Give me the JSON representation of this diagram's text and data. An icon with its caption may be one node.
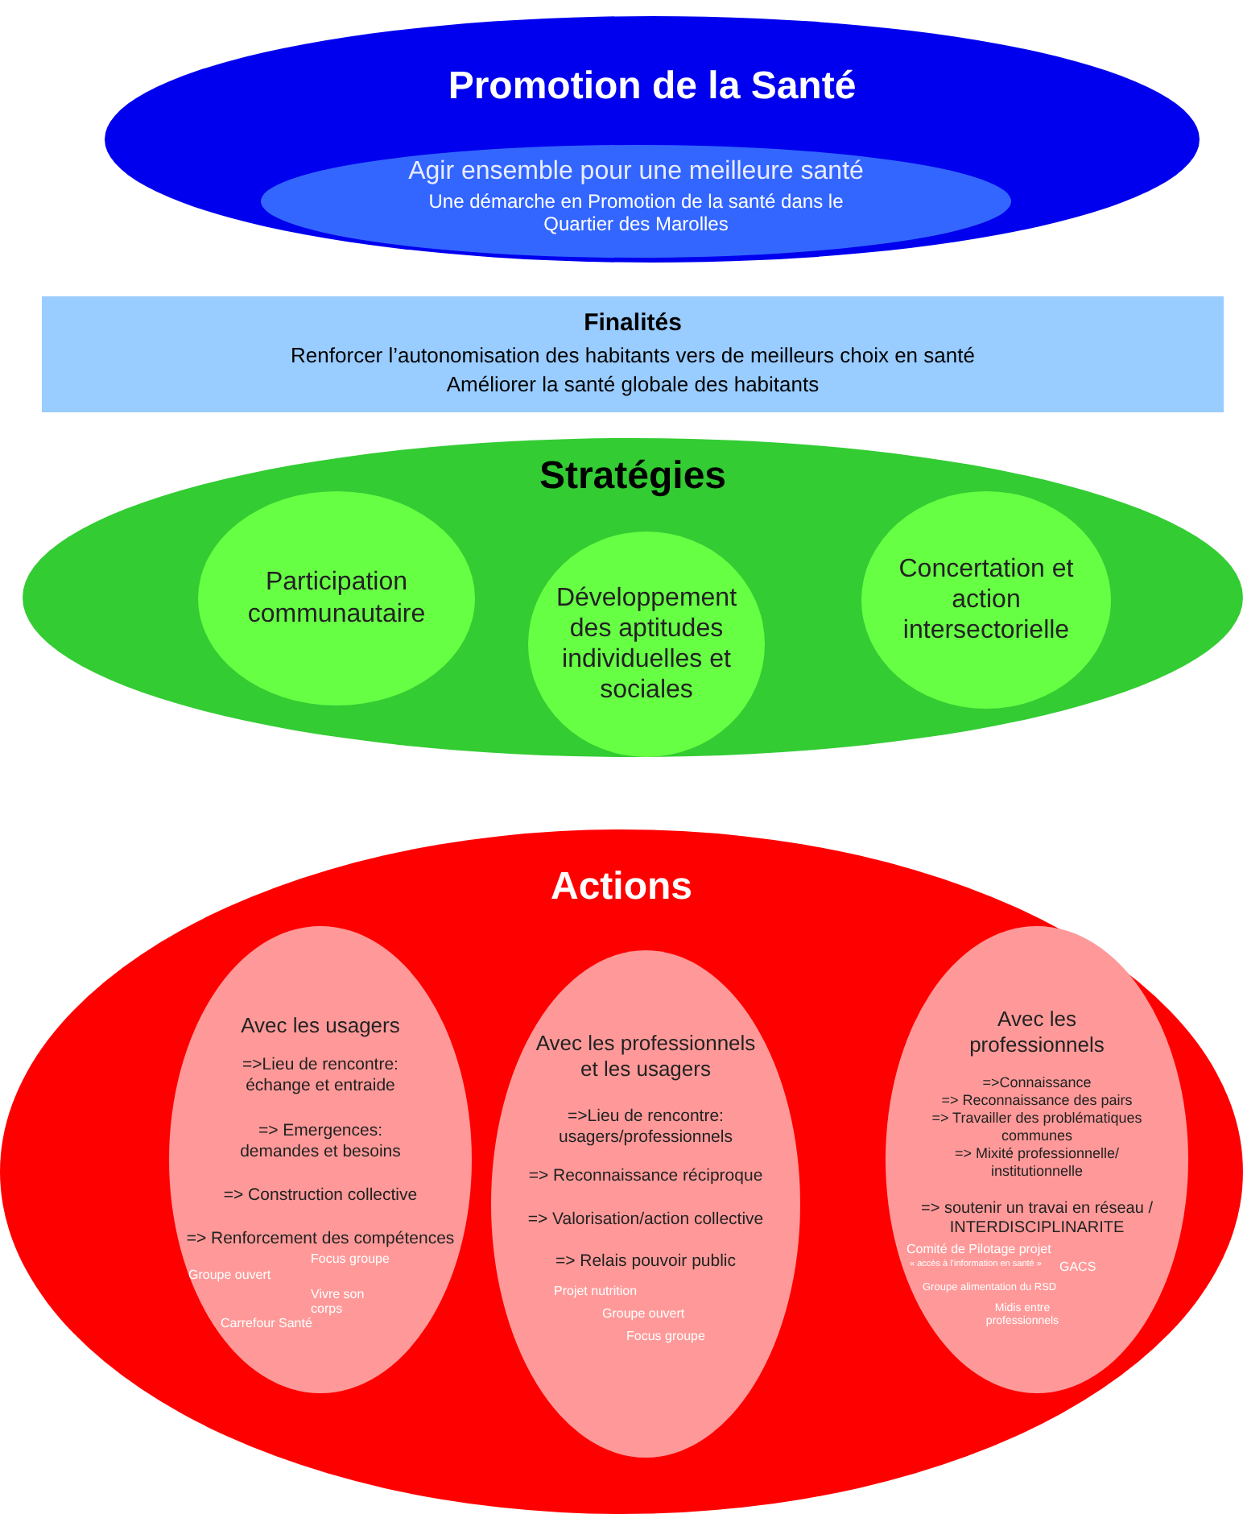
{
  "diagram": {
    "nodes": [
      {
        "text": [
          "Promotion de la Santé"
        ]
      },
      {
        "text": [
          "Agir ensemble pour une meilleure santé",
          "Une démarche en Promotion de la santé dans le Quartier des Marolles"
        ],
        "in": 0
      },
      {
        "text": [
          "Finalités",
          "Renforcer l’autonomisation des habitants vers de meilleurs choix en santé",
          "Améliorer la santé globale des habitants"
        ]
      },
      {
        "text": [
          "Stratégies"
        ]
      },
      {
        "text": [
          "Participation communautaire"
        ],
        "in": 3
      },
      {
        "text": [
          "Développement des aptitudes individuelles et sociales"
        ],
        "in": 3
      },
      {
        "text": [
          "Concertation et action intersectorielle"
        ],
        "in": 3
      },
      {
        "text": [
          "Actions"
        ]
      },
      {
        "text": [
          "Avec les usagers",
          "=>Lieu de rencontre: échange et entraide",
          "=> Emergences: demandes et besoins",
          "=> Construction collective",
          "=> Renforcement des compétences",
          "Focus groupe",
          "Groupe ouvert",
          "Vivre son corps",
          "Carrefour Santé"
        ],
        "in": 7
      },
      {
        "text": [
          "Avec les professionnels et les usagers",
          "=>Lieu de rencontre: usagers/professionnels",
          "=> Reconnaissance réciproque",
          "=> Valorisation/action collective",
          "=> Relais pouvoir public",
          "Projet nutrition",
          "Groupe ouvert",
          "Focus groupe"
        ],
        "in": 7
      },
      {
        "text": [
          "Avec les professionnels",
          "=>Connaissance",
          "=> Reconnaissance des pairs",
          "=> Travailler des problématiques communes",
          "=> Mixité professionnelle/ institutionnelle",
          "=> soutenir un travai en réseau / INTERDISCIPLINARITE",
          "Comité de Pilotage projet",
          "« accès à l’information en santé »",
          "GACS",
          "Groupe alimentation du RSD",
          "Midis entre professionnels"
        ],
        "in": 7
      }
    ],
    "edges": []
  }
}
